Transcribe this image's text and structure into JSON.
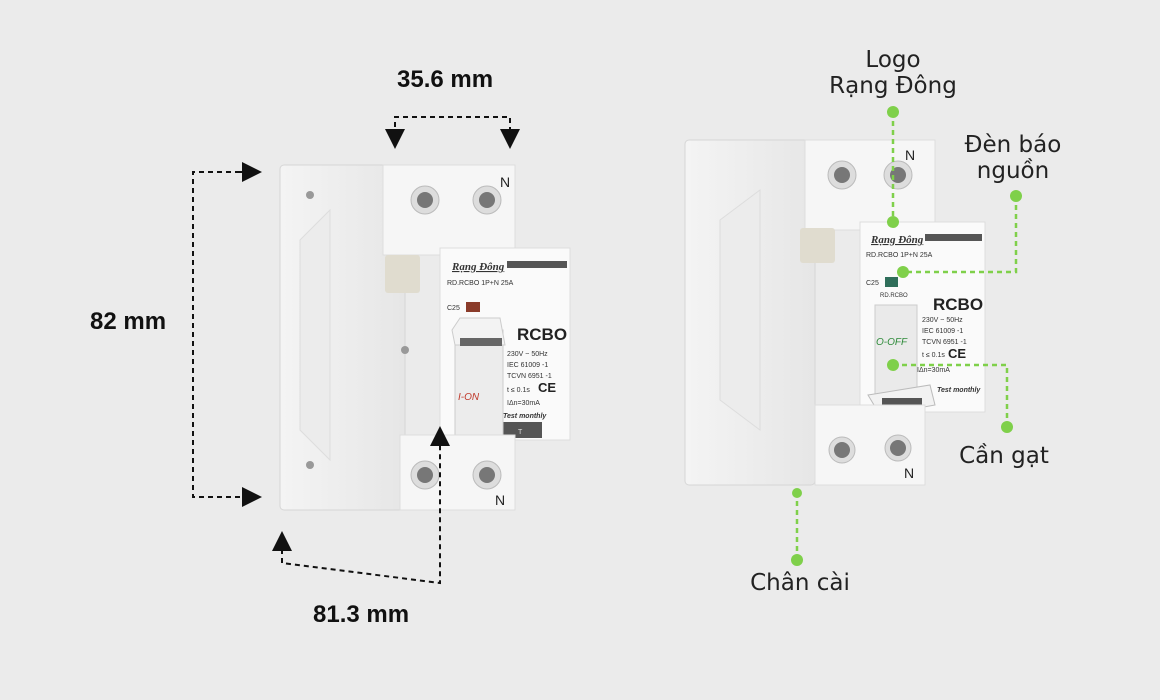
{
  "dimensions": {
    "width": "35.6 mm",
    "height": "82 mm",
    "depth": "81.3 mm"
  },
  "product_label": {
    "brand": "Rạng Đông",
    "model": "RD.RCBO 1P+N 25A",
    "rating": "C25",
    "sub_label": "RD.RCBO",
    "type": "RCBO",
    "voltage": "230V ~ 50Hz",
    "standard_1": "IEC 61009 -1",
    "standard_2": "TCVN 6951 -1",
    "trip_time": "t ≤ 0.1s",
    "ce_mark": "CE",
    "residual_current": "IΔn=30mA",
    "test_text": "Test monthly",
    "test_button": "T",
    "on_text": "I-ON",
    "off_text": "O-OFF",
    "neutral": "N"
  },
  "callouts": {
    "logo_line1": "Logo",
    "logo_line2": "Rạng Đông",
    "indicator_line1": "Đèn báo",
    "indicator_line2": "nguồn",
    "lever": "Cần gạt",
    "clip": "Chân cài"
  },
  "colors": {
    "background": "#ebebeb",
    "accent_green": "#7fd04a",
    "dimension_line": "#111111"
  }
}
